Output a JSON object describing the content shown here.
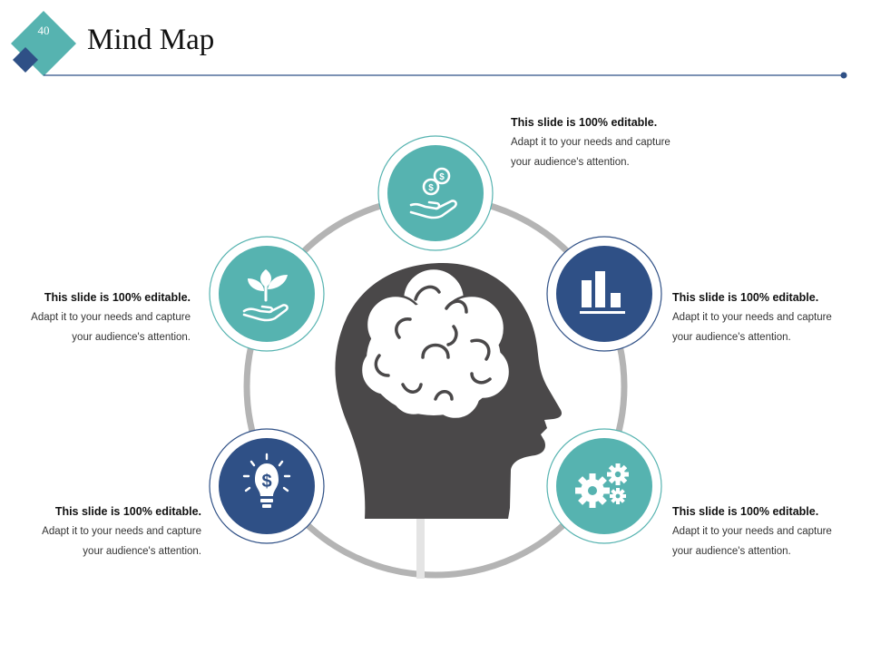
{
  "slide": {
    "number": "40",
    "title": "Mind Map"
  },
  "nodes": [
    {
      "id": "top",
      "icon": "money-hand-icon",
      "color": "#56b3b0",
      "heading": "This slide is 100% editable.",
      "line1": "Adapt it to your needs and capture",
      "line2": "your audience's attention."
    },
    {
      "id": "upper-left",
      "icon": "plant-hand-icon",
      "color": "#56b3b0",
      "heading": "This slide is 100% editable.",
      "line1": "Adapt it to your needs and capture",
      "line2": "your audience's attention."
    },
    {
      "id": "upper-right",
      "icon": "bar-chart-icon",
      "color": "#2f5086",
      "heading": "This slide is 100% editable.",
      "line1": "Adapt it to your needs and capture",
      "line2": "your audience's attention."
    },
    {
      "id": "lower-left",
      "icon": "dollar-bulb-icon",
      "color": "#2f5086",
      "heading": "This slide is 100% editable.",
      "line1": "Adapt it to your needs and capture",
      "line2": "your audience's attention."
    },
    {
      "id": "lower-right",
      "icon": "gears-icon",
      "color": "#56b3b0",
      "heading": "This slide is 100% editable.",
      "line1": "Adapt it to your needs and capture",
      "line2": "your audience's attention."
    }
  ],
  "colors": {
    "teal": "#56b3b0",
    "navy": "#2f5086",
    "head": "#4a4849",
    "ring": "#b4b4b4",
    "line": "#2f5086"
  }
}
